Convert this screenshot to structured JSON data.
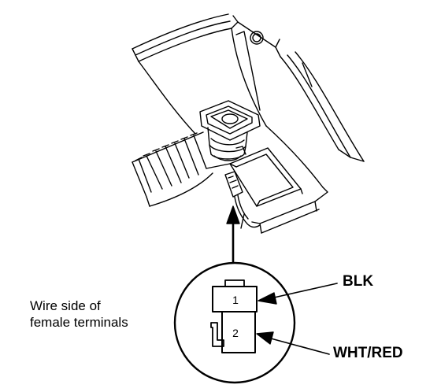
{
  "callout": {
    "line1": "Wire side of",
    "line2": "female terminals"
  },
  "connector": {
    "pins": [
      "1",
      "2"
    ]
  },
  "wires": {
    "pin1": "BLK",
    "pin2": "WHT/RED"
  },
  "colors": {
    "ink": "#000000",
    "background": "#ffffff"
  }
}
